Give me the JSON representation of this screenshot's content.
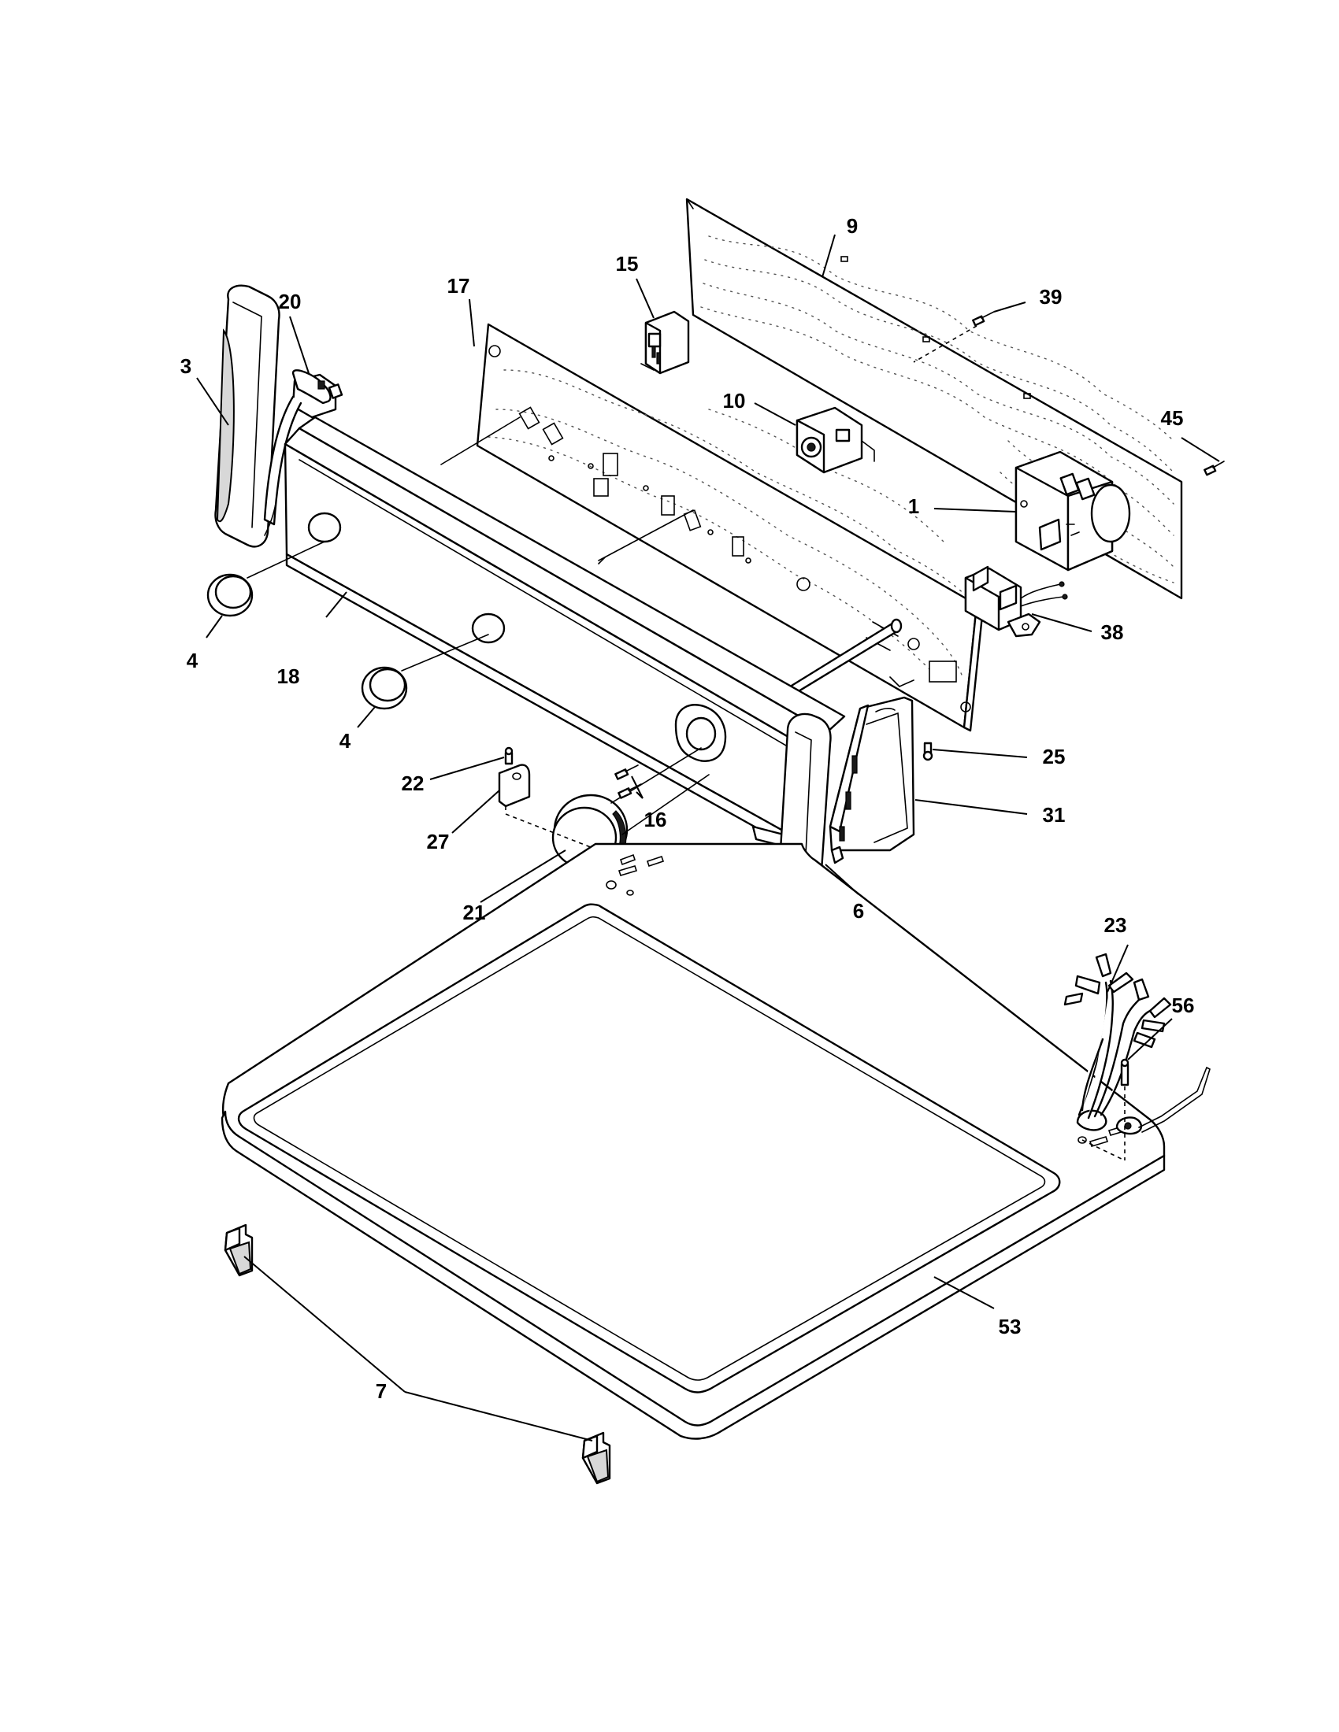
{
  "diagram": {
    "callouts": [
      {
        "id": "c1",
        "text": "1"
      },
      {
        "id": "c3",
        "text": "3"
      },
      {
        "id": "c4a",
        "text": "4"
      },
      {
        "id": "c4b",
        "text": "4"
      },
      {
        "id": "c6",
        "text": "6"
      },
      {
        "id": "c7",
        "text": "7"
      },
      {
        "id": "c9",
        "text": "9"
      },
      {
        "id": "c10",
        "text": "10"
      },
      {
        "id": "c15",
        "text": "15"
      },
      {
        "id": "c16",
        "text": "16"
      },
      {
        "id": "c17",
        "text": "17"
      },
      {
        "id": "c18",
        "text": "18"
      },
      {
        "id": "c20",
        "text": "20"
      },
      {
        "id": "c21",
        "text": "21"
      },
      {
        "id": "c22",
        "text": "22"
      },
      {
        "id": "c23",
        "text": "23"
      },
      {
        "id": "c25",
        "text": "25"
      },
      {
        "id": "c27",
        "text": "27"
      },
      {
        "id": "c31",
        "text": "31"
      },
      {
        "id": "c38",
        "text": "38"
      },
      {
        "id": "c39",
        "text": "39"
      },
      {
        "id": "c45",
        "text": "45"
      },
      {
        "id": "c53",
        "text": "53"
      },
      {
        "id": "c56",
        "text": "56"
      }
    ]
  }
}
